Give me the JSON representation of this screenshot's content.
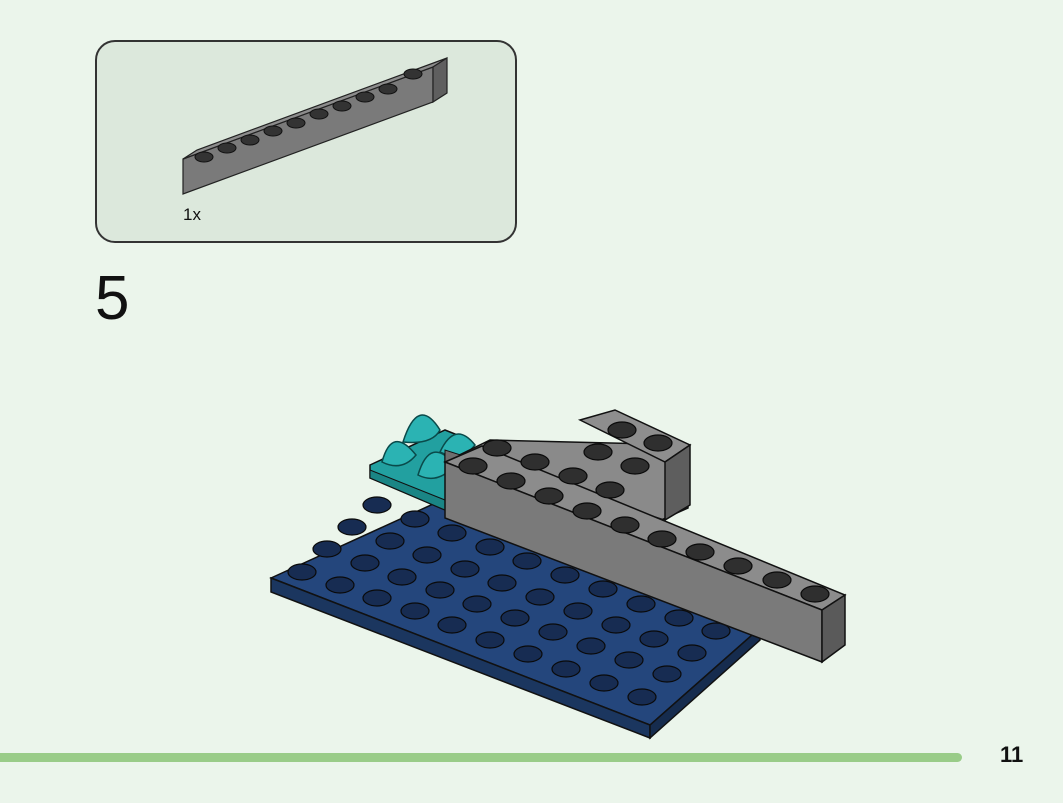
{
  "parts_callout": {
    "items": [
      {
        "quantity": "1x",
        "icon": "gray-1x10-brick-icon"
      }
    ]
  },
  "step": {
    "number": "5"
  },
  "build_illustration": {
    "icon": "brick-assembly-icon"
  },
  "page": {
    "number": "11"
  },
  "colors": {
    "background": "#ebf5eb",
    "callout_bg": "#dce8dc",
    "brick_gray": "#7f7f7f",
    "plate_blue": "#23457a",
    "tile_teal": "#2aa8a8",
    "progress": "#99cc88"
  }
}
